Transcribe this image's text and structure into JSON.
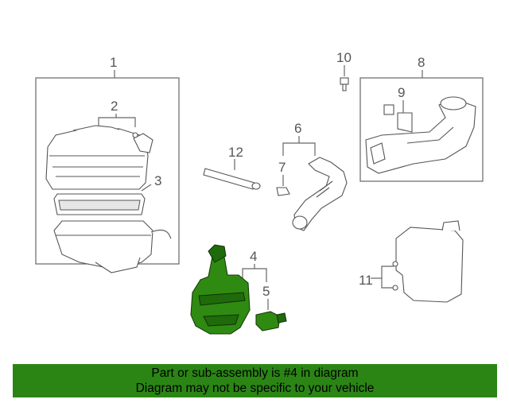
{
  "callouts": {
    "c1": "1",
    "c2": "2",
    "c3": "3",
    "c4": "4",
    "c5": "5",
    "c6": "6",
    "c7": "7",
    "c8": "8",
    "c9": "9",
    "c10": "10",
    "c11": "11",
    "c12": "12"
  },
  "banner": {
    "line1": "Part or sub-assembly is #4 in diagram",
    "line2": "Diagram may not be specific to your vehicle"
  },
  "colors": {
    "highlight": "#2f8a12",
    "banner": "#2b8515"
  }
}
